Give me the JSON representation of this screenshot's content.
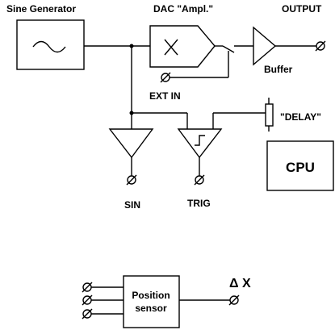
{
  "labels": {
    "sine_generator": "Sine Generator",
    "dac": "DAC \"Ampl.\"",
    "output": "OUTPUT",
    "buffer": "Buffer",
    "ext_in": "EXT IN",
    "delay": "\"DELAY\"",
    "cpu": "CPU",
    "sin": "SIN",
    "trig": "TRIG",
    "position_sensor_line1": "Position",
    "position_sensor_line2": "sensor",
    "delta_x": "Δ X"
  }
}
